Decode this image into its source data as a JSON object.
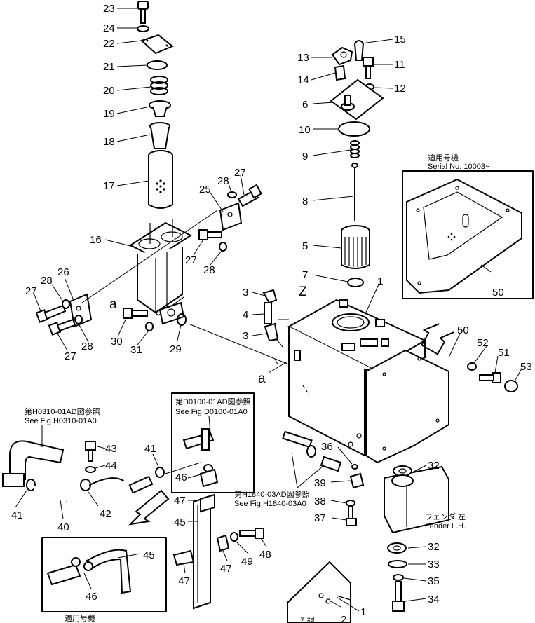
{
  "callouts": {
    "n1": "1",
    "n2": "2",
    "n3": "3",
    "n4": "4",
    "n5": "5",
    "n6": "6",
    "n7": "7",
    "n8": "8",
    "n9": "9",
    "n10": "10",
    "n11": "11",
    "n12": "12",
    "n13": "13",
    "n14": "14",
    "n15": "15",
    "n16": "16",
    "n17": "17",
    "n18": "18",
    "n19": "19",
    "n20": "20",
    "n21": "21",
    "n22": "22",
    "n23": "23",
    "n24": "24",
    "n25": "25",
    "n26": "26",
    "n27": "27",
    "n28": "28",
    "n29": "29",
    "n30": "30",
    "n31": "31",
    "n32": "32",
    "n33": "33",
    "n34": "34",
    "n35": "35",
    "n36": "36",
    "n37": "37",
    "n38": "38",
    "n39": "39",
    "n40": "40",
    "n41": "41",
    "n42": "42",
    "n43": "43",
    "n44": "44",
    "n45": "45",
    "n46": "46",
    "n47": "47",
    "n48": "48",
    "n49": "49",
    "n50": "50",
    "n51": "51",
    "n52": "52",
    "n53": "53"
  },
  "view_markers": {
    "z": "Z",
    "a": "a"
  },
  "references": {
    "serial_jp": "適用号機",
    "serial_en": "Serial  No. 10003~",
    "h0310_jp": "第H0310-01AD図参照",
    "h0310_en": "See Fig.H0310-01A0",
    "d0100_jp": "第D0100-01AD図参照",
    "d0100_en": "See Fig.D0100-01A0",
    "h1840_jp": "第H1840-03AD図参照",
    "h1840_en": "See Fig.H1840-03A0",
    "fender_jp": "フェンダ 左",
    "fender_en": "Fender  L.H.",
    "bottom_jp": "適用号機",
    "bottom_z": "Z 視"
  }
}
